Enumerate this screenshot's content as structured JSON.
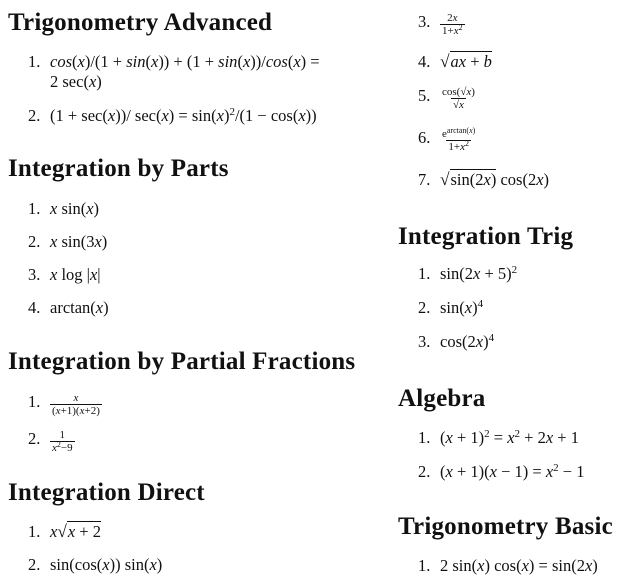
{
  "sections": {
    "trig_advanced": {
      "title": "Trigonometry Advanced",
      "items": [
        {
          "num": "1.",
          "expr": "cos(x)/(1 + sin(x)) + (1 + sin(x))/cos(x) = 2 sec(x)"
        },
        {
          "num": "2.",
          "expr": "(1 + sec(x))/ sec(x) = sin(x)^2/(1 − cos(x))"
        }
      ]
    },
    "integration_parts": {
      "title": "Integration by Parts",
      "items": [
        {
          "num": "1.",
          "expr": "x sin(x)"
        },
        {
          "num": "2.",
          "expr": "x sin(3x)"
        },
        {
          "num": "3.",
          "expr": "x log |x|"
        },
        {
          "num": "4.",
          "expr": "arctan(x)"
        }
      ]
    },
    "integration_partial_fractions": {
      "title": "Integration by Partial Fractions",
      "items": [
        {
          "num": "1.",
          "expr": "x / ((x+1)(x+2))"
        },
        {
          "num": "2.",
          "expr": "1 / (x^2 − 9)"
        }
      ]
    },
    "integration_direct": {
      "title": "Integration Direct",
      "items": [
        {
          "num": "1.",
          "expr": "x √(x + 2)"
        },
        {
          "num": "2.",
          "expr": "sin(cos(x)) sin(x)"
        },
        {
          "num": "3.",
          "expr": "2x / (1+x^2)"
        },
        {
          "num": "4.",
          "expr": "√(ax + b)"
        },
        {
          "num": "5.",
          "expr": "cos(√x) / √x"
        },
        {
          "num": "6.",
          "expr": "e^(arctan(x)) / (1+x^2)"
        },
        {
          "num": "7.",
          "expr": "√(sin(2x)) cos(2x)"
        }
      ]
    },
    "integration_trig": {
      "title": "Integration Trig",
      "items": [
        {
          "num": "1.",
          "expr": "sin(2x + 5)^2"
        },
        {
          "num": "2.",
          "expr": "sin(x)^4"
        },
        {
          "num": "3.",
          "expr": "cos(2x)^4"
        }
      ]
    },
    "algebra": {
      "title": "Algebra",
      "items": [
        {
          "num": "1.",
          "expr": "(x + 1)^2 = x^2 + 2x + 1"
        },
        {
          "num": "2.",
          "expr": "(x + 1)(x − 1) = x^2 − 1"
        }
      ]
    },
    "trig_basic": {
      "title": "Trigonometry Basic",
      "items": [
        {
          "num": "1.",
          "expr": "2 sin(x) cos(x) = sin(2x)"
        }
      ]
    }
  }
}
